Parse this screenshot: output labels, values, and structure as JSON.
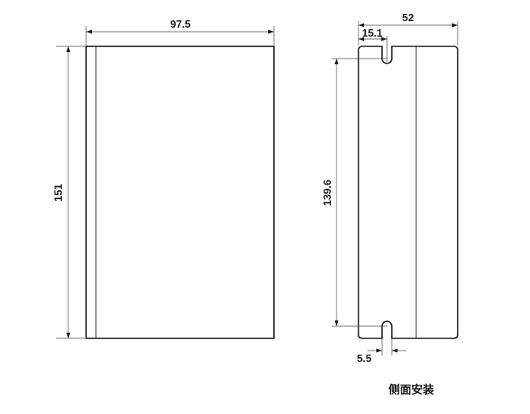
{
  "dimensions": {
    "front_width": "97.5",
    "front_height": "151",
    "side_width": "52",
    "side_slot_offset": "15.1",
    "side_hole_spacing": "139.6",
    "side_slot_width": "5.5"
  },
  "caption": "侧面安装"
}
